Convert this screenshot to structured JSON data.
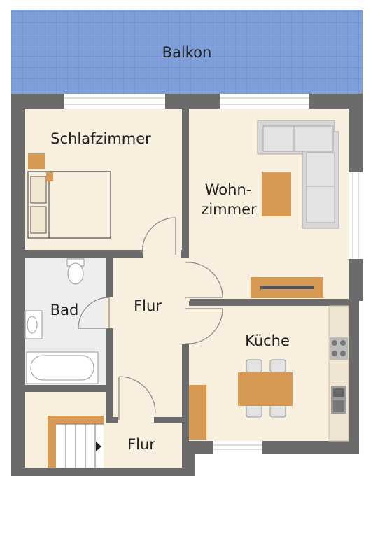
{
  "labels": {
    "balkon": "Balkon",
    "schlafzimmer": "Schlafzimmer",
    "wohn_line1": "Wohn-",
    "wohn_line2": "zimmer",
    "bad": "Bad",
    "flur_upper": "Flur",
    "kueche": "Küche",
    "flur_lower": "Flur"
  },
  "colors": {
    "wall": "#6b6b6b",
    "floor": "#f8efdf",
    "balcony": "#7f9fd9",
    "balcony_grid": "#6a8bc9",
    "bathroom_floor": "#eeeeee",
    "wood": "#d79a55",
    "sofa": "#d8d8d8"
  },
  "icons": [
    "bed",
    "sofa",
    "coffee-table",
    "tv-board",
    "toilet",
    "sink",
    "bathtub",
    "stairs",
    "dining-table",
    "chair",
    "stove",
    "kitchen-sink",
    "door-swing",
    "window"
  ]
}
